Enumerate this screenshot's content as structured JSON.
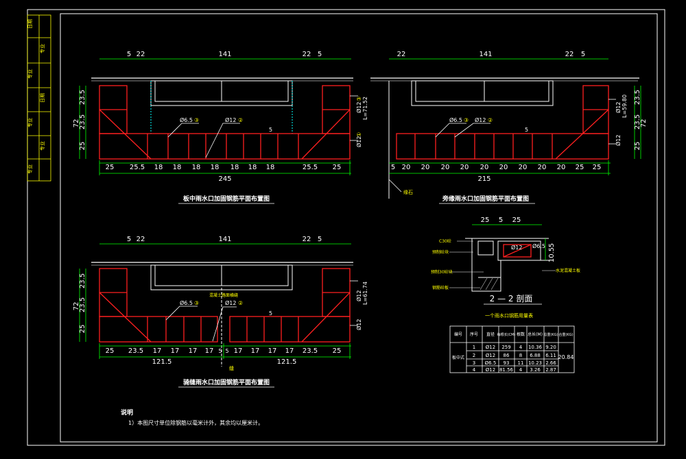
{
  "colors": {
    "background": "#000000",
    "frame": "#ffffff",
    "rebar": "#ff2020",
    "dimension": "#00ff00",
    "slot": "#00ffff",
    "annotation": "#ffff00",
    "label": "#ffffff"
  },
  "title_block": {
    "cells": [
      "日期",
      "专业",
      "专业",
      "日期",
      "专业",
      "专业",
      "专业"
    ]
  },
  "drawing1": {
    "top_dims": [
      "5",
      "22",
      "141",
      "22",
      "5"
    ],
    "left_dims": [
      "23.5",
      "23.5",
      "25"
    ],
    "left_total": "72",
    "bottom_dims": [
      "25",
      "25.5",
      "18",
      "18",
      "18",
      "18",
      "18",
      "18",
      "18",
      "25.5",
      "25"
    ],
    "bottom_total": "245",
    "labels": {
      "d65": "Ø6.5",
      "d12": "Ø12",
      "n3": "③",
      "n2": "②",
      "n1": "①",
      "s5": "5",
      "right1": "Ø12",
      "right2": "L=71.52",
      "right3": "Ø12"
    },
    "caption": "板中雨水口加固钢筋平面布置图"
  },
  "drawing2": {
    "top_dims": [
      "22",
      "141",
      "22",
      "5"
    ],
    "right_dims": [
      "23.5",
      "23.5",
      "25"
    ],
    "right_total": "72",
    "bottom_dims": [
      "5",
      "20",
      "20",
      "20",
      "20",
      "20",
      "20",
      "20",
      "20",
      "20",
      "25",
      "25"
    ],
    "bottom_total": "215",
    "labels": {
      "d65": "Ø6.5",
      "d12": "Ø12",
      "n3": "③",
      "n2": "②",
      "s5": "5",
      "right1": "Ø12",
      "right2": "L=59.80",
      "right3": "Ø12",
      "curb": "缘石"
    },
    "caption": "旁缘雨水口加固钢筋平面布置图"
  },
  "drawing3": {
    "top_dims": [
      "5",
      "22",
      "141",
      "22",
      "5"
    ],
    "left_dims": [
      "23.5",
      "23.5",
      "25"
    ],
    "left_total": "72",
    "bottom_dims": [
      "25",
      "23.5",
      "17",
      "17",
      "17",
      "17",
      "5",
      "5",
      "17",
      "17",
      "17",
      "17",
      "23.5",
      "25"
    ],
    "bottom_halves": [
      "121.5",
      "121.5"
    ],
    "labels": {
      "d65": "Ø6.5",
      "d12": "Ø12",
      "n3": "③",
      "n2": "②",
      "s5": "5",
      "note": "混凝土路面横缝",
      "right1": "Ø12",
      "right2": "L=61.74",
      "right3": "Ø12",
      "seam": "缝"
    },
    "caption": "骑缝雨水口加固钢筋平面布置图"
  },
  "section": {
    "top_dims": [
      "25",
      "5",
      "25"
    ],
    "right_dims": [
      "5",
      "10.5"
    ],
    "labels": {
      "d12": "Ø12",
      "d65": "Ø6.5",
      "a1": "C30砼",
      "a2": "预制砼块",
      "a3": "预制30砼块",
      "a4": "钢筋砼板",
      "a5": "水泥混凝土板"
    },
    "caption": "2 — 2 剖面"
  },
  "table": {
    "title": "一个雨水口钢筋用量表",
    "headers": [
      "编号",
      "序号",
      "直径",
      "每根长(CM)",
      "根数",
      "总长(M)",
      "总重(KG)",
      "合重(KG)"
    ],
    "group": "板中式",
    "rows": [
      [
        "1",
        "Ø12",
        "259",
        "4",
        "10.36",
        "9.20"
      ],
      [
        "2",
        "Ø12",
        "86",
        "8",
        "6.88",
        "6.11"
      ],
      [
        "3",
        "Ø6.5",
        "93",
        "11",
        "10.23",
        "2.66"
      ],
      [
        "4",
        "Ø12",
        "81.56",
        "4",
        "3.26",
        "2.87"
      ]
    ],
    "total": "20.84"
  },
  "notes": {
    "heading": "说明",
    "item1": "1）本图尺寸单位除钢筋以毫米计外，其余均以厘米计。"
  }
}
